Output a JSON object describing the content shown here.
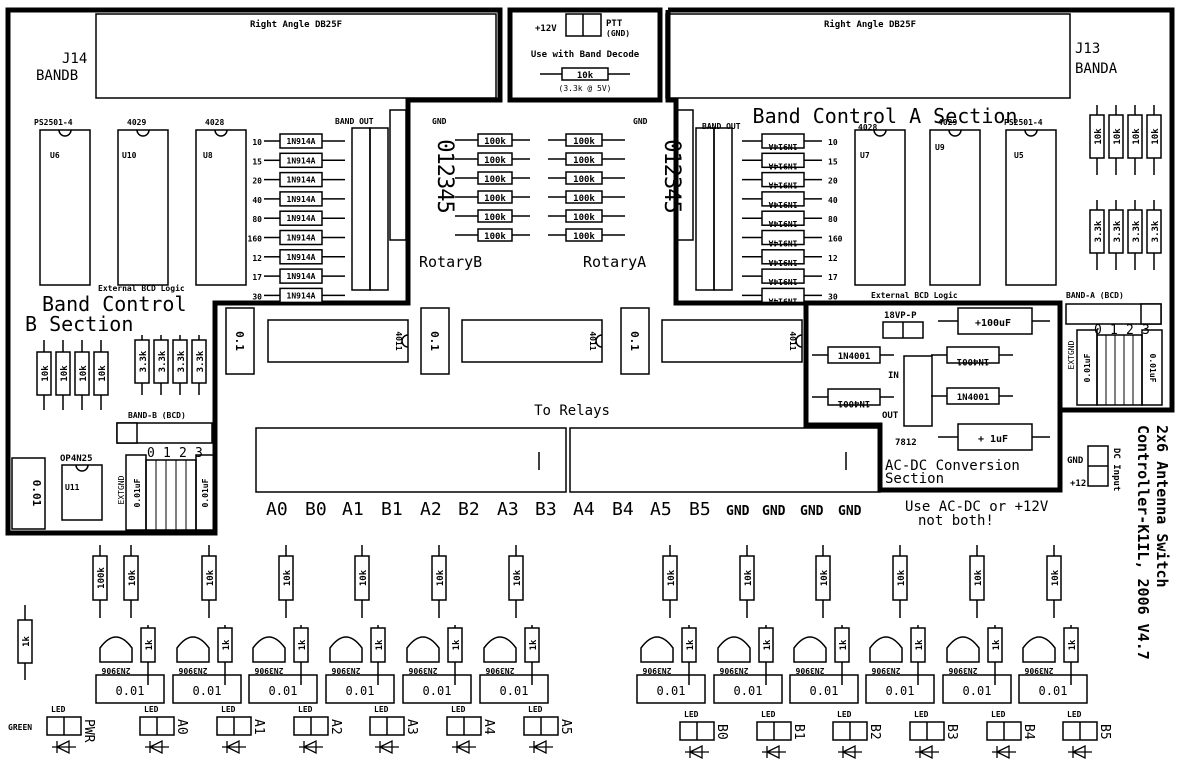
{
  "left_header": {
    "title": "Right Angle DB25F",
    "ref": "J14",
    "name": "BANDB"
  },
  "right_header": {
    "title": "Right Angle DB25F",
    "ref": "J13",
    "name": "BANDA"
  },
  "ptt": {
    "plus12": "+12V",
    "label": "PTT",
    "gnd": "(GND)",
    "use_with": "Use with Band Decode",
    "resistor": "10k",
    "note": "(3.3k @ 5V)"
  },
  "band_b": {
    "section_line1": "Band Control",
    "section_line2": "B Section",
    "ic_u6": "PS2501-4",
    "ic_u6_ref": "U6",
    "ic_u10": "4029",
    "ic_u10_ref": "U10",
    "ic_u8": "4028",
    "ic_u8_ref": "U8",
    "band_out": "BAND OUT",
    "gnd": "GND",
    "diode_label": "1N914A",
    "bands": [
      "10",
      "15",
      "20",
      "40",
      "80",
      "160",
      "12",
      "17",
      "30"
    ],
    "ext_bcd": "External BCD Logic",
    "resistors_10k": [
      "10k",
      "10k",
      "10k",
      "10k"
    ],
    "resistors_33k": [
      "3.3k",
      "3.3k",
      "3.3k",
      "3.3k"
    ],
    "bcd_label": "BAND-B (BCD)",
    "bcd_pins": [
      "0",
      "1",
      "2",
      "3"
    ],
    "extgnd": "EXTGND",
    "cap1": "0.01uF",
    "cap2": "0.01uF",
    "optocoupler": "OP4N25",
    "opto_ref": "U11",
    "cap_left": "0.01",
    "rotary": "RotaryB",
    "rotary_digits": "012345"
  },
  "band_a": {
    "section": "Band Control A Section",
    "ic_u7": "4028",
    "ic_u7_ref": "U7",
    "ic_u9": "4029",
    "ic_u9_ref": "U9",
    "ic_u5": "PS2501-4",
    "ic_u5_ref": "U5",
    "band_out": "BAND OUT",
    "gnd": "GND",
    "diode_label": "1N914A",
    "bands": [
      "10",
      "15",
      "20",
      "40",
      "80",
      "160",
      "12",
      "17",
      "30"
    ],
    "ext_bcd": "External BCD Logic",
    "resistors_10k": [
      "10k",
      "10k",
      "10k",
      "10k"
    ],
    "resistors_33k": [
      "3.3k",
      "3.3k",
      "3.3k",
      "3.3k"
    ],
    "bcd_label": "BAND-A (BCD)",
    "bcd_pins": [
      "0",
      "1",
      "2",
      "3"
    ],
    "extgnd": "EXTGND",
    "cap1": "0.01uF",
    "cap2": "0.01uF",
    "rotary": "RotaryA",
    "rotary_digits": "012345"
  },
  "rotary_resistor": "100k",
  "middle": {
    "caps": [
      "0.1",
      "0.1",
      "0.1"
    ],
    "ics": [
      "4011",
      "4011",
      "4011"
    ],
    "to_relays": "To Relays",
    "relay_labels": [
      "A0",
      "B0",
      "A1",
      "B1",
      "A2",
      "B2",
      "A3",
      "B3",
      "A4",
      "B4",
      "A5",
      "B5",
      "GND",
      "GND",
      "GND",
      "GND"
    ]
  },
  "acdc": {
    "vp": "18VP-P",
    "cap_big": "+100uF",
    "cap_small": "+ 1uF",
    "diode": "1N4001",
    "reg_in": "IN",
    "reg_out": "OUT",
    "reg": "7812",
    "title_line1": "AC-DC Conversion",
    "title_line2": "Section",
    "note_line1": "Use AC-DC or +12V",
    "note_line2": "not both!",
    "dc_input": "DC Input",
    "gnd": "GND",
    "plus12": "+12"
  },
  "title_vertical_1": "2x6 Antenna Switch",
  "title_vertical_2": "Controller-K1IL, 2006 V4.7",
  "drivers": {
    "transistor": "2N3906",
    "base_res": "1k",
    "cap": "0.01",
    "top_res_left": [
      "100k",
      "10k",
      "10k",
      "10k",
      "10k",
      "10k",
      "10k"
    ],
    "top_res_right": [
      "10k",
      "10k",
      "10k",
      "10k",
      "10k",
      "10k"
    ],
    "led": "LED",
    "green": "GREEN",
    "pwr": "PWR",
    "pwr_res": "1k",
    "left_labels": [
      "A0",
      "A1",
      "A2",
      "A3",
      "A4",
      "A5"
    ],
    "right_labels": [
      "B0",
      "B1",
      "B2",
      "B3",
      "B4",
      "B5"
    ]
  }
}
